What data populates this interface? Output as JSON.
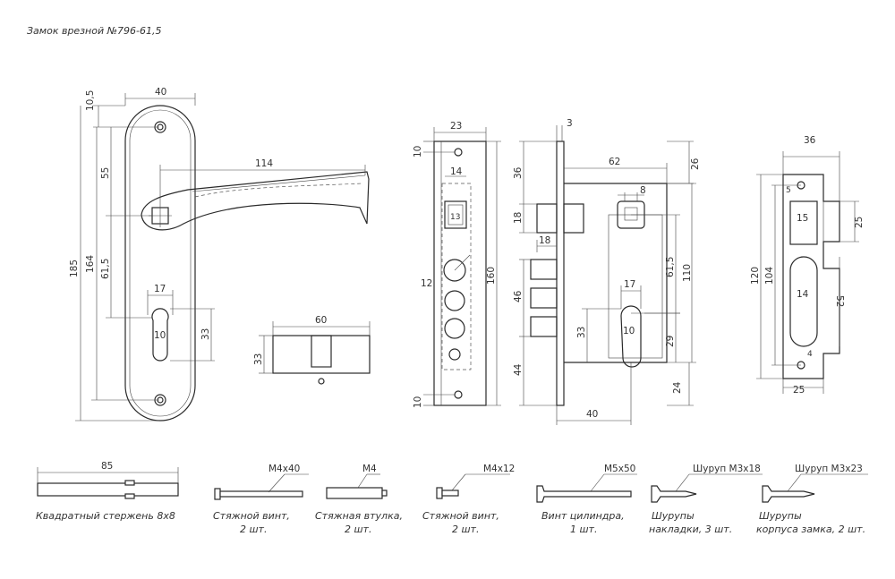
{
  "title": "Замок врезной №796-61,5",
  "dimensions": {
    "handle": {
      "width": "40",
      "top_offset": "10,5",
      "lever": "114",
      "d55": "55",
      "d185": "185",
      "d164": "164",
      "d615": "61,5",
      "d17": "17",
      "d10": "10",
      "d33": "33"
    },
    "cylinder": {
      "length": "60",
      "height": "33"
    },
    "faceplate": {
      "width": "23",
      "top": "10",
      "square": "14",
      "sq_inner": "13",
      "d12": "12",
      "d160": "160",
      "bottom": "10"
    },
    "body": {
      "d3": "3",
      "d62": "62",
      "d26": "26",
      "d36": "36",
      "d8": "8",
      "d18a": "18",
      "d18b": "18",
      "d615": "61,5",
      "d110": "110",
      "d46": "46",
      "d17": "17",
      "d33": "33",
      "d10": "10",
      "d29": "29",
      "d44": "44",
      "d24": "24",
      "d40": "40"
    },
    "strike": {
      "width": "36",
      "d5": "5",
      "d15": "15",
      "d25a": "25",
      "d120": "120",
      "d104": "104",
      "d14": "14",
      "d52": "52",
      "d4": "4",
      "d25b": "25"
    }
  },
  "parts": [
    {
      "label": "Квадратный стержень 8х8",
      "size": "85"
    },
    {
      "label1": "Стяжной винт,",
      "label2": "2 шт.",
      "size": "М4х40"
    },
    {
      "label1": "Стяжная втулка,",
      "label2": "2 шт.",
      "size": "М4"
    },
    {
      "label1": "Стяжной винт,",
      "label2": "2 шт.",
      "size": "М4х12"
    },
    {
      "label1": "Винт цилиндра,",
      "label2": "1 шт.",
      "size": "М5х50"
    },
    {
      "label1": "Шурупы",
      "label2": "накладки, 3 шт.",
      "size": "Шуруп М3х18"
    },
    {
      "label1": "Шурупы",
      "label2": "корпуса замка, 2 шт.",
      "size": "Шуруп М3х23"
    }
  ]
}
